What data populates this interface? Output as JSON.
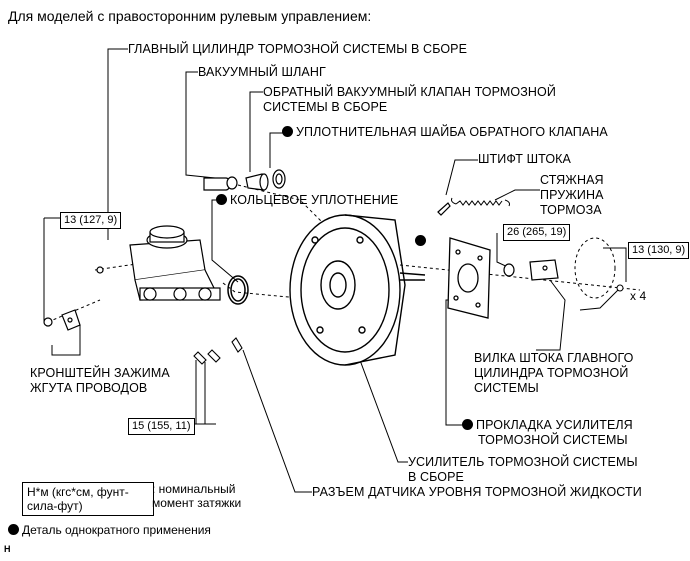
{
  "title": "Для моделей с правосторонним рулевым управлением:",
  "labels": {
    "master_cylinder": "ГЛАВНЫЙ ЦИЛИНДР ТОРМОЗНОЙ СИСТЕМЫ В СБОРЕ",
    "vacuum_hose": "ВАКУУМНЫЙ ШЛАНГ",
    "check_valve_l1": "ОБРАТНЫЙ ВАКУУМНЫЙ КЛАПАН ТОРМОЗНОЙ",
    "check_valve_l2": "СИСТЕМЫ В СБОРЕ",
    "check_valve_grommet": "УПЛОТНИТЕЛЬНАЯ ШАЙБА ОБРАТНОГО КЛАПАНА",
    "pin": "ШТИФТ ШТОКА",
    "spring_l1": "СТЯЖНАЯ",
    "spring_l2": "ПРУЖИНА",
    "spring_l3": "ТОРМОЗА",
    "o_ring": "КОЛЬЦЕВОЕ УПЛОТНЕНИЕ",
    "clamp_bracket_l1": "КРОНШТЕЙН ЗАЖИМА",
    "clamp_bracket_l2": "ЖГУТА ПРОВОДОВ",
    "clevis_l1": "ВИЛКА ШТОКА ГЛАВНОГО",
    "clevis_l2": "ЦИЛИНДРА ТОРМОЗНОЙ",
    "clevis_l3": "СИСТЕМЫ",
    "gasket_l1": "ПРОКЛАДКА УСИЛИТЕЛЯ",
    "gasket_l2": "ТОРМОЗНОЙ СИСТЕМЫ",
    "booster_l1": "УСИЛИТЕЛЬ ТОРМОЗНОЙ СИСТЕМЫ",
    "booster_l2": "В СБОРЕ",
    "fluid_connector": "РАЗЪЕМ ДАТЧИКА УРОВНЯ ТОРМОЗНОЙ ЖИДКОСТИ"
  },
  "torque": {
    "t1": "13 (127, 9)",
    "t2": "26 (265, 19)",
    "t3": "13 (130, 9)",
    "t4": "15 (155, 11)"
  },
  "qty": "x 4",
  "legend": {
    "box_text": "Н*м (кгс*см, фунт-сила-фут)",
    "desc_l1": ": номинальный",
    "desc_l2": "момент затяжки",
    "non_reusable": "Деталь однократного применения"
  },
  "footer_mark": "H"
}
